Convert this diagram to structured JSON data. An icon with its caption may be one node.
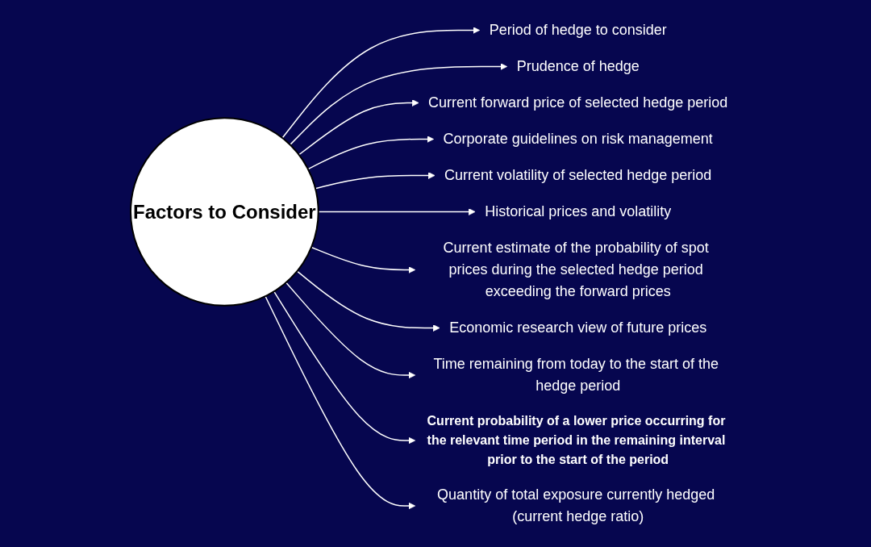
{
  "diagram": {
    "nodes": [
      {
        "text": [
          "Factors to Consider"
        ]
      },
      {
        "text": [
          "Period of hedge to consider"
        ]
      },
      {
        "text": [
          "Prudence of hedge"
        ]
      },
      {
        "text": [
          "Current forward price of selected hedge period"
        ]
      },
      {
        "text": [
          "Corporate guidelines on risk management"
        ]
      },
      {
        "text": [
          "Current volatility of selected hedge period"
        ]
      },
      {
        "text": [
          "Historical prices and volatility"
        ]
      },
      {
        "text": [
          "Current estimate of the probability of spot prices during the selected hedge period exceeding the forward prices"
        ]
      },
      {
        "text": [
          "Economic research view of future prices"
        ]
      },
      {
        "text": [
          "Time remaining from today to the start of the hedge period"
        ]
      },
      {
        "text": [
          "Current probability of a lower price occurring for the relevant time period in the remaining interval prior to the start of the period"
        ]
      },
      {
        "text": [
          "Quantity of total exposure currently hedged (current hedge ratio)"
        ]
      }
    ],
    "edges": [
      {
        "from": 0,
        "to": 1,
        "arrow": "to"
      },
      {
        "from": 0,
        "to": 2,
        "arrow": "to"
      },
      {
        "from": 0,
        "to": 3,
        "arrow": "to"
      },
      {
        "from": 0,
        "to": 4,
        "arrow": "to"
      },
      {
        "from": 0,
        "to": 5,
        "arrow": "to"
      },
      {
        "from": 0,
        "to": 6,
        "arrow": "to"
      },
      {
        "from": 0,
        "to": 7,
        "arrow": "to"
      },
      {
        "from": 0,
        "to": 8,
        "arrow": "to"
      },
      {
        "from": 0,
        "to": 9,
        "arrow": "to"
      },
      {
        "from": 0,
        "to": 10,
        "arrow": "to"
      },
      {
        "from": 0,
        "to": 11,
        "arrow": "to"
      }
    ]
  }
}
